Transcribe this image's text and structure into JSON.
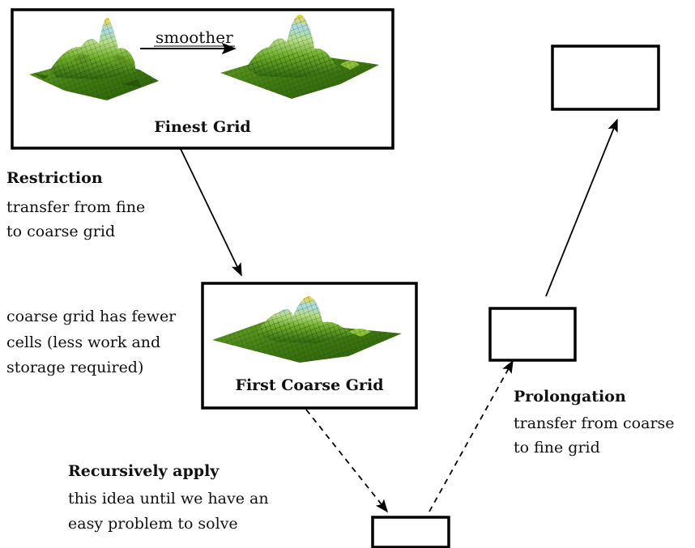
{
  "finest": {
    "title": "Finest Grid",
    "smoother_label": "smoother"
  },
  "restriction": {
    "heading": "Restriction",
    "line1": "transfer from fine",
    "line2": "to coarse grid"
  },
  "coarse": {
    "title": "First Coarse Grid",
    "note_line1": "coarse grid has fewer",
    "note_line2": "cells (less work and",
    "note_line3": "storage required)"
  },
  "recursive": {
    "heading": "Recursively apply",
    "line1": "this idea until we have an",
    "line2": "easy problem to solve"
  },
  "prolongation": {
    "heading": "Prolongation",
    "line1": "transfer from coarse",
    "line2": "to fine grid"
  },
  "colors": {
    "line": "#000000",
    "surface_low": "#3f7a12",
    "surface_mid": "#8fc23a",
    "surface_high": "#f3d230",
    "surface_shade": "#9fd6e6"
  }
}
